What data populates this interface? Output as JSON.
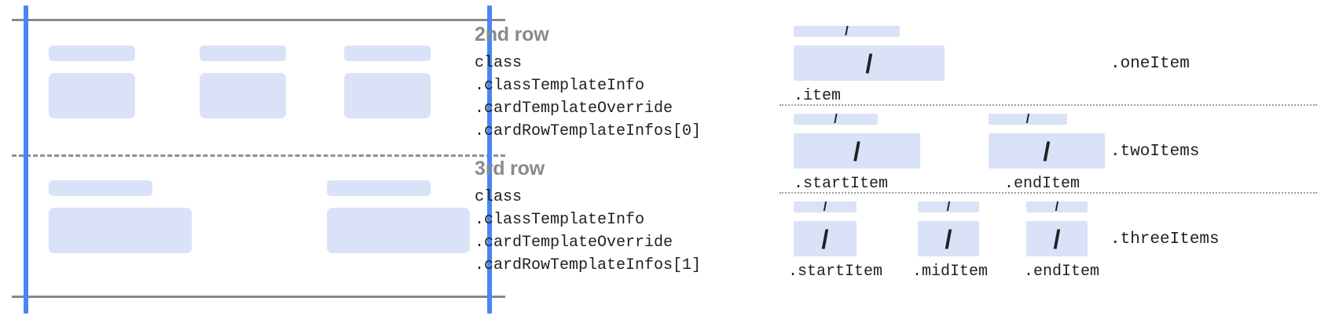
{
  "colors": {
    "fill_blue": "#dae2f8",
    "guide_blue": "#4a86f0",
    "guide_gray": "#84888c",
    "heading_gray": "#868b90",
    "text_dark": "#202124",
    "dotted_gray": "#9aa0a6"
  },
  "left_diagram": {
    "guides": {
      "left_vertical": "blue-guide-line",
      "right_vertical": "blue-guide-line",
      "top_horizontal": "gray-bound-line",
      "bottom_horizontal": "gray-bound-line",
      "middle_divider": "gray-dashed-divider"
    },
    "rows": [
      {
        "name": "2nd row",
        "columns": [
          {
            "label_bar": "label-placeholder",
            "content_box": "content-placeholder"
          },
          {
            "label_bar": "label-placeholder",
            "content_box": "content-placeholder"
          },
          {
            "label_bar": "label-placeholder",
            "content_box": "content-placeholder"
          }
        ]
      },
      {
        "name": "3rd row",
        "columns": [
          {
            "label_bar": "label-placeholder",
            "content_box": "content-placeholder"
          },
          {
            "label_bar": "label-placeholder",
            "content_box": "content-placeholder"
          }
        ]
      }
    ]
  },
  "mid_column": {
    "blocks": [
      {
        "title": "2nd row",
        "lines": [
          "class",
          ".classTemplateInfo",
          ".cardTemplateOverride",
          ".cardRowTemplateInfos[0]"
        ]
      },
      {
        "title": "3rd row",
        "lines": [
          "class",
          ".classTemplateInfo",
          ".cardTemplateOverride",
          ".cardRowTemplateInfos[1]"
        ]
      }
    ]
  },
  "right_panel": {
    "slash_glyph": "/",
    "sections": [
      {
        "group_label": ".oneItem",
        "items": [
          {
            "label": ".item",
            "cap_width": 135,
            "body_width": 192
          }
        ]
      },
      {
        "group_label": ".twoItems",
        "items": [
          {
            "label": ".startItem",
            "cap_width": 107,
            "body_width": 161
          },
          {
            "label": ".endItem",
            "cap_width": 100,
            "body_width": 148
          }
        ]
      },
      {
        "group_label": ".threeItems",
        "items": [
          {
            "label": ".startItem",
            "cap_width": 80,
            "body_width": 80
          },
          {
            "label": ".midItem",
            "cap_width": 78,
            "body_width": 78
          },
          {
            "label": ".endItem",
            "cap_width": 78,
            "body_width": 78
          }
        ]
      }
    ]
  }
}
